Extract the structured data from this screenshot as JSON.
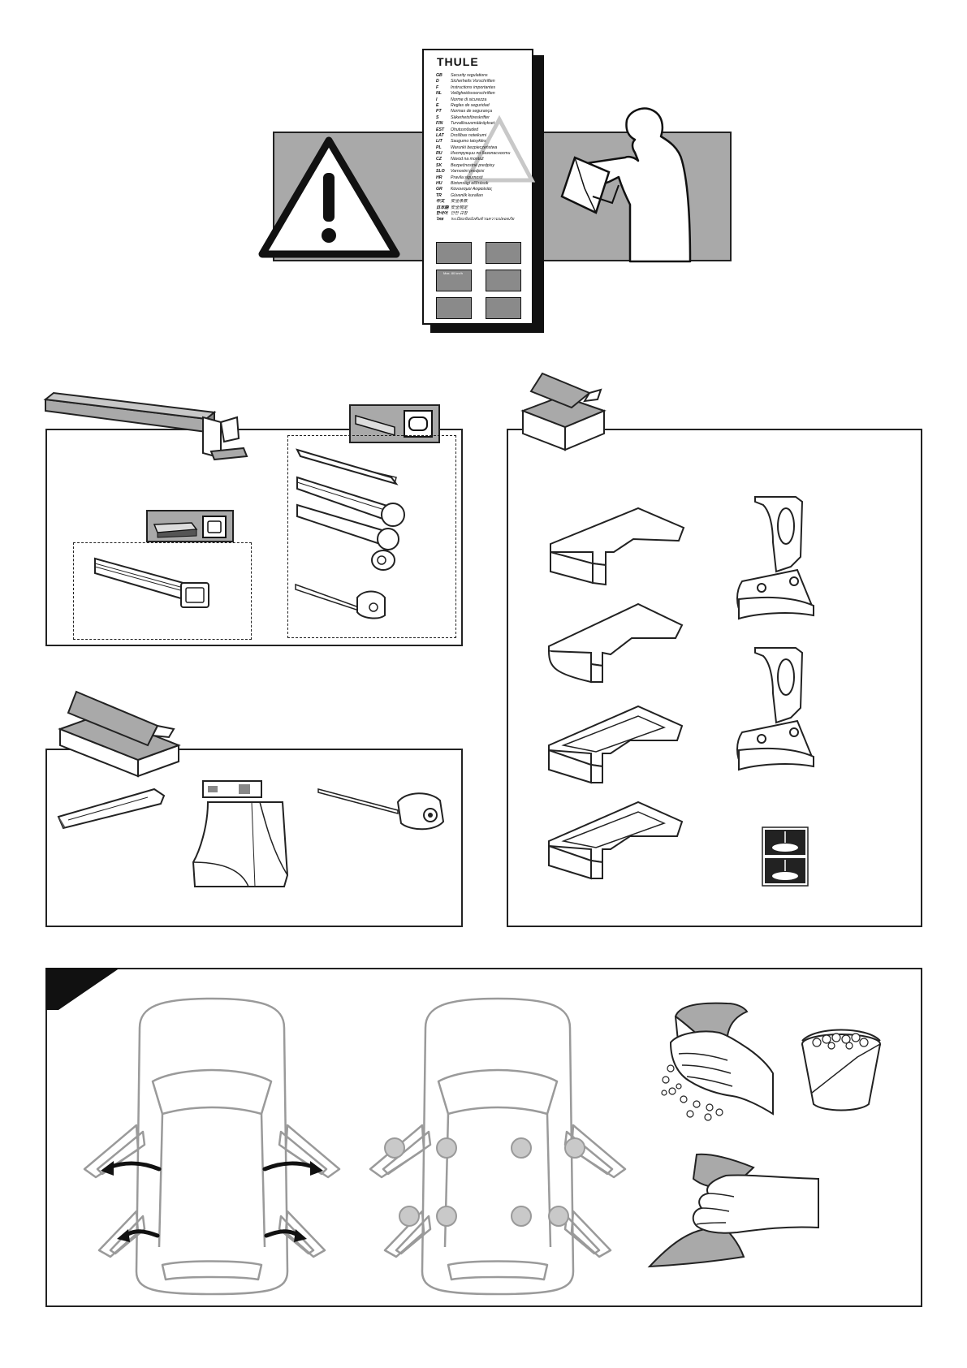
{
  "booklet": {
    "brand": "THULE",
    "languages": [
      {
        "code": "GB",
        "text": "Security regulations"
      },
      {
        "code": "D",
        "text": "Sicherheits Vorschriften"
      },
      {
        "code": "F",
        "text": "Instructions importantes"
      },
      {
        "code": "NL",
        "text": "Veiligheidsvoorschriften"
      },
      {
        "code": "I",
        "text": "Norme di sicurezza"
      },
      {
        "code": "E",
        "text": "Reglas de seguridad"
      },
      {
        "code": "PT",
        "text": "Normas de segurança"
      },
      {
        "code": "S",
        "text": "Säkerhetsföreskrifter"
      },
      {
        "code": "FIN",
        "text": "Turvallisuusmääräykset"
      },
      {
        "code": "EST",
        "text": "Ohutusnõuded"
      },
      {
        "code": "LAT",
        "text": "Drošības noteikumi"
      },
      {
        "code": "LIT",
        "text": "Saugumo taisyklės"
      },
      {
        "code": "PL",
        "text": "Warunki bezpieczeństwa"
      },
      {
        "code": "RU",
        "text": "Инструкции по безопасности"
      },
      {
        "code": "CZ",
        "text": "Návod na montáž"
      },
      {
        "code": "SK",
        "text": "Bezpečnostné predpisy"
      },
      {
        "code": "SLO",
        "text": "Varnostni predpisi"
      },
      {
        "code": "HR",
        "text": "Pravila sigurnosti"
      },
      {
        "code": "HU",
        "text": "Biztonsági előírások"
      },
      {
        "code": "GR",
        "text": "Κανονισμοί Ασφαλείας"
      },
      {
        "code": "TR",
        "text": "Güvenlik kuralları"
      },
      {
        "code": "中文",
        "text": "安全条款"
      },
      {
        "code": "日本語",
        "text": "安全規定"
      },
      {
        "code": "한국어",
        "text": "안전 규정"
      },
      {
        "code": "ไทย",
        "text": "ระเบียบข้อบังคับด้านความปลอดภัย"
      }
    ],
    "thumb_label": "Max. 80 km/h"
  },
  "colors": {
    "panel_grey": "#a9a9a9",
    "line": "#222222",
    "light_line": "#9a9a9a",
    "circle_fill": "#c9c9c9"
  }
}
